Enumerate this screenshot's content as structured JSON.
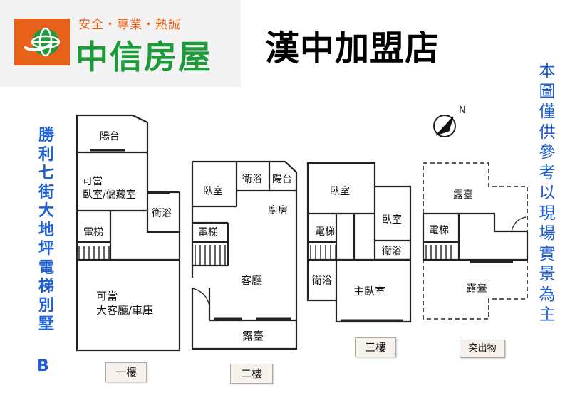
{
  "header": {
    "slogan": "安全・專業・熱誠",
    "brand": "中信房屋",
    "store": "漢中加盟店",
    "brand_colors": {
      "orange": "#e8611a",
      "green": "#1e9a3a"
    }
  },
  "side_left": {
    "text": "勝利七街大地坪電梯別墅",
    "code": "B",
    "color": "#1f5fd6"
  },
  "side_right": {
    "text": "本圖僅供參考以現場實景為主"
  },
  "compass": {
    "label": "N"
  },
  "floors": [
    {
      "label": "一樓",
      "rooms": [
        "陽台",
        "可當",
        "臥室/儲藏室",
        "衛浴",
        "電梯",
        "可當",
        "大客廳/車庫"
      ]
    },
    {
      "label": "二樓",
      "rooms": [
        "臥室",
        "衛浴",
        "陽台",
        "廚房",
        "電梯",
        "客廳",
        "露臺"
      ]
    },
    {
      "label": "三樓",
      "rooms": [
        "臥室",
        "臥室",
        "電梯",
        "衛浴",
        "衛浴",
        "主臥室"
      ]
    },
    {
      "label": "突出物",
      "rooms": [
        "露臺",
        "電梯",
        "露臺"
      ]
    }
  ]
}
